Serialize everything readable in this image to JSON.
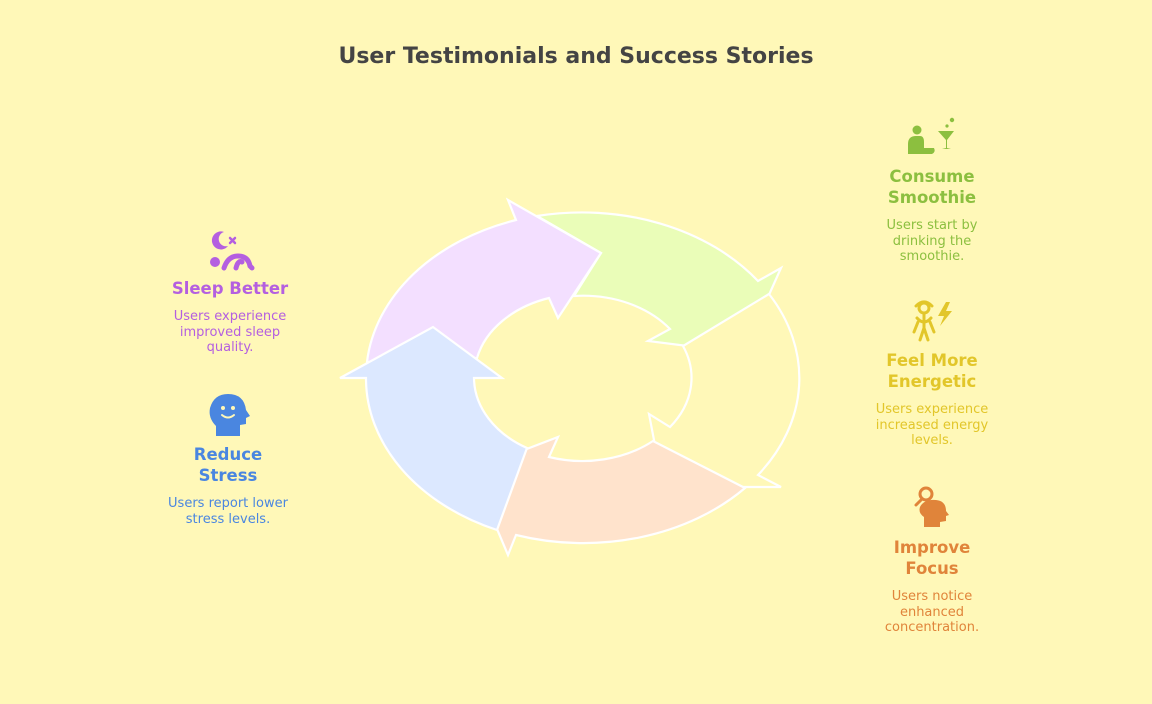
{
  "title": "User Testimonials and Success Stories",
  "colors": {
    "background": "#fff8b8",
    "green": "#8cbf3f",
    "yellow": "#e2c62a",
    "orange": "#e0843a",
    "purple": "#b45fe0",
    "blue": "#4a86e0"
  },
  "steps": [
    {
      "title": "Consume Smoothie",
      "description": "Users start by drinking the smoothie.",
      "icon": "person-drinking-icon",
      "fill": "#eafdb8"
    },
    {
      "title": "Feel More Energetic",
      "description": "Users experience increased energy levels.",
      "icon": "energetic-person-icon",
      "fill": "#fff8b8"
    },
    {
      "title": "Improve Focus",
      "description": "Users notice enhanced concentration.",
      "icon": "head-magnifier-icon",
      "fill": "#ffe3cc"
    },
    {
      "title": "Reduce Stress",
      "description": "Users report lower stress levels.",
      "icon": "smiling-head-icon",
      "fill": "#dce8ff"
    },
    {
      "title": "Sleep Better",
      "description": "Users experience improved sleep quality.",
      "icon": "sleeping-person-icon",
      "fill": "#f3dfff"
    }
  ]
}
